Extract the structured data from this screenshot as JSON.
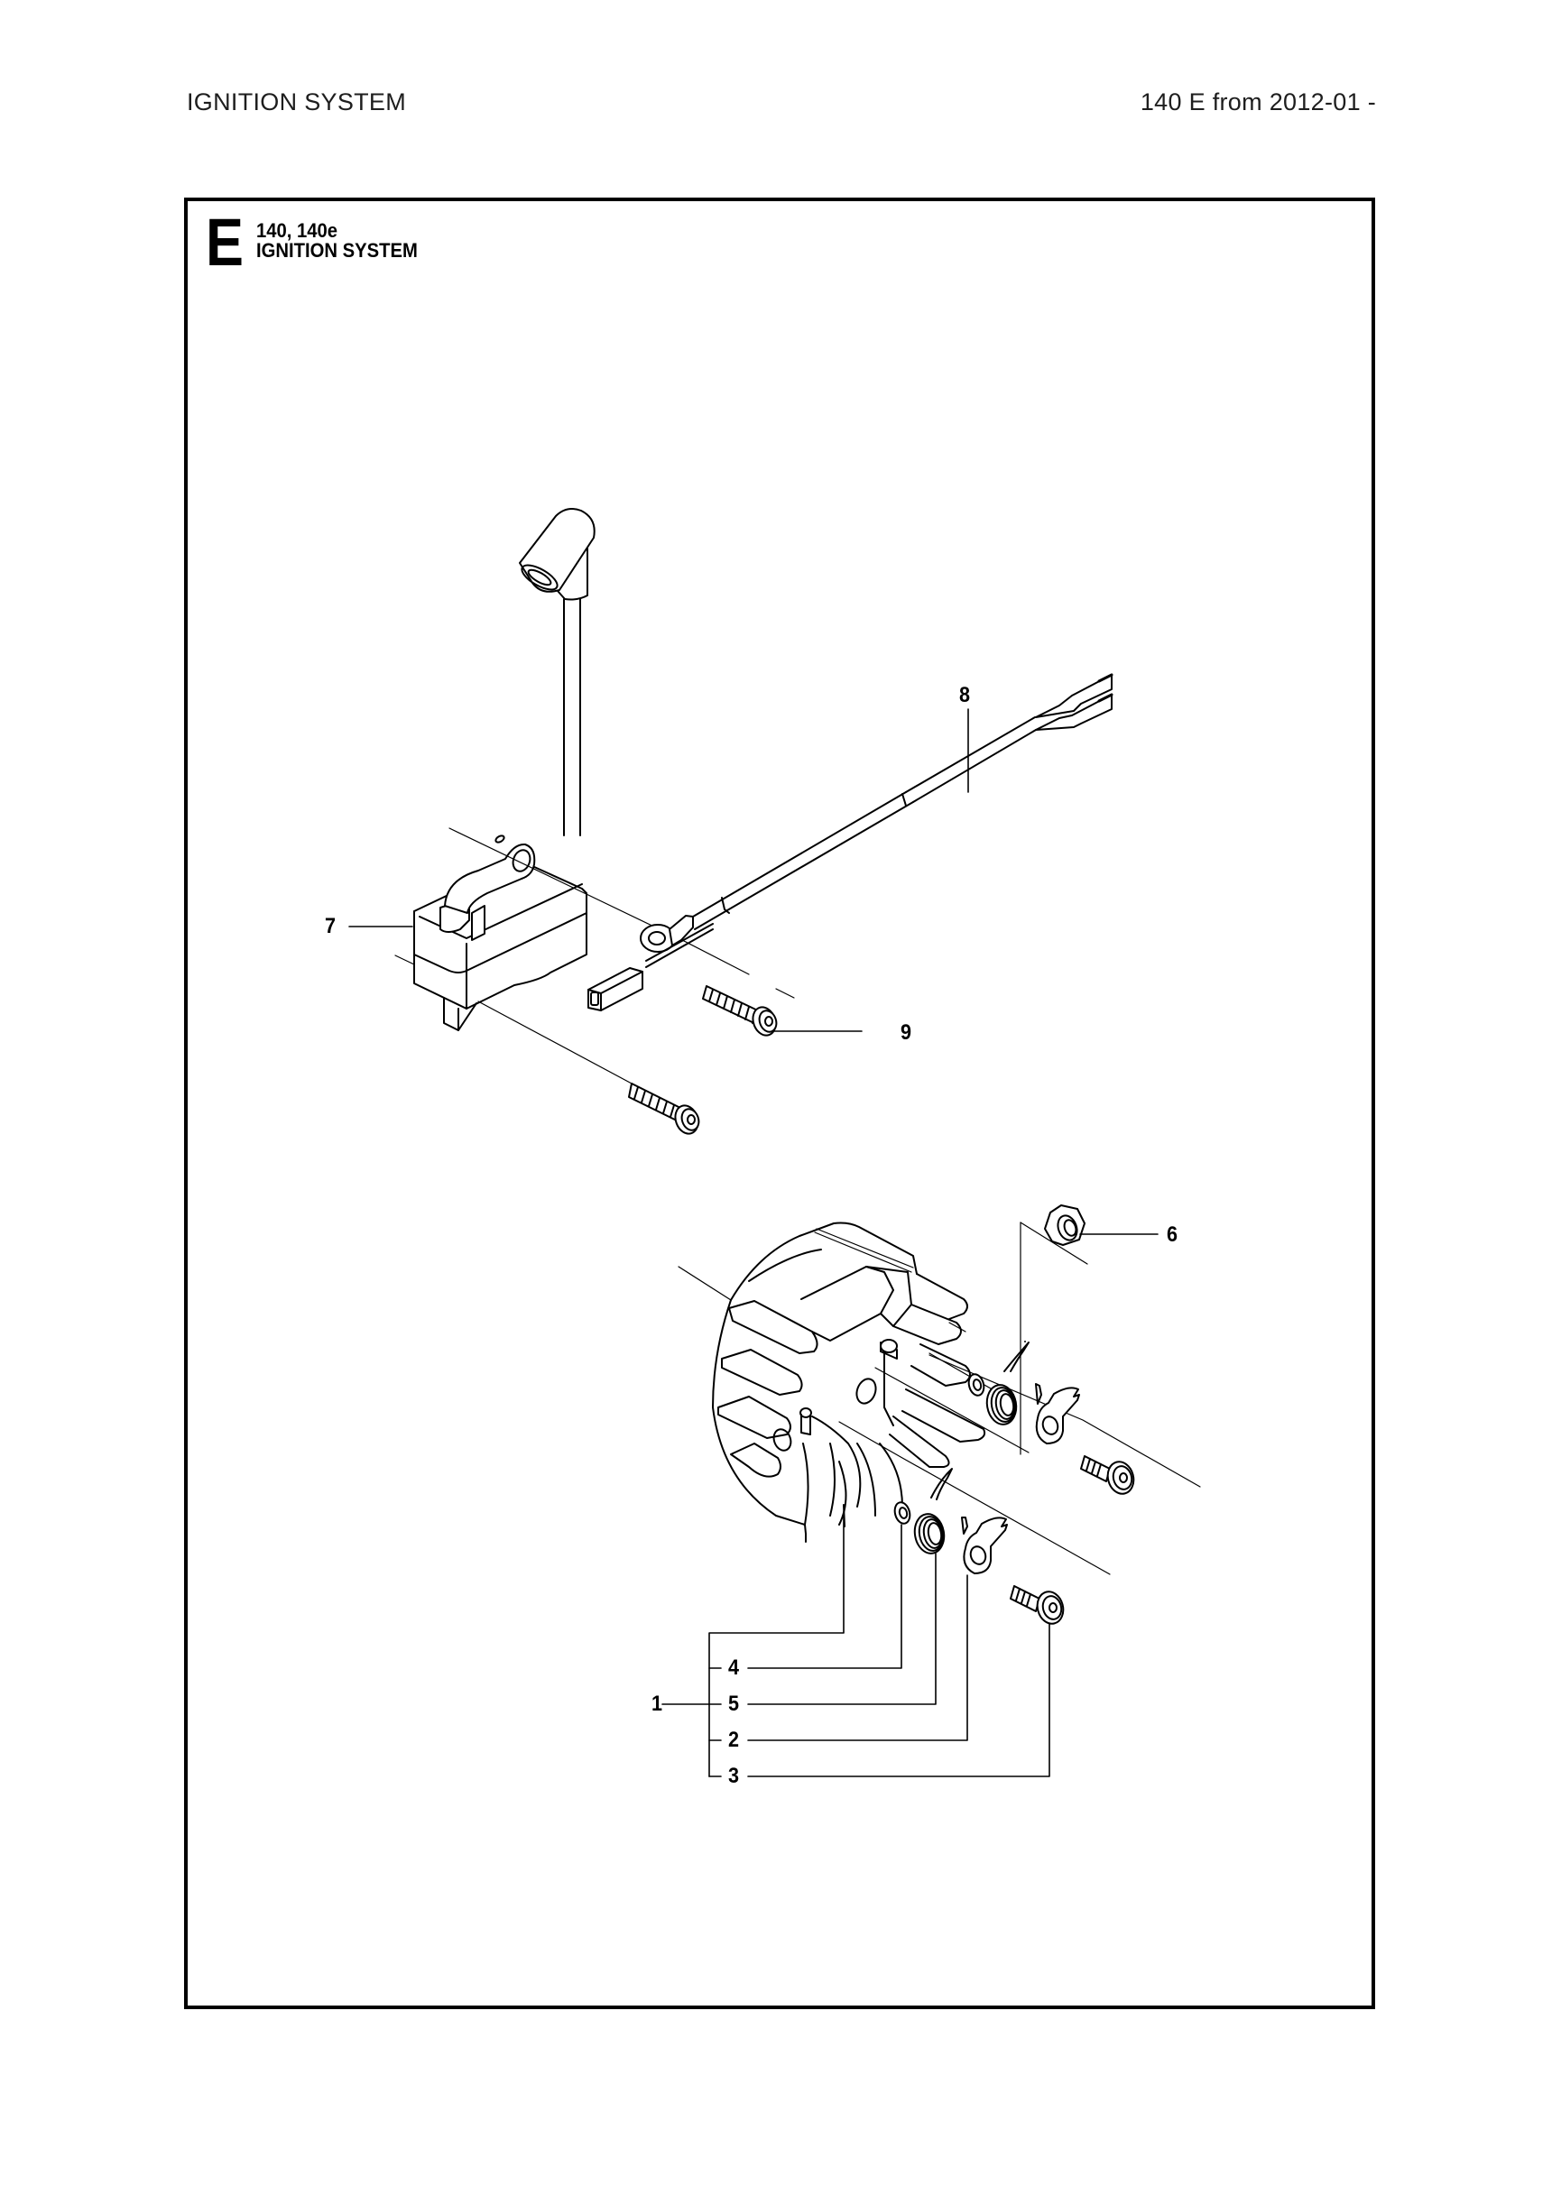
{
  "header": {
    "section_name": "IGNITION SYSTEM",
    "model_range": "140 E from 2012-01 -"
  },
  "section": {
    "letter": "E",
    "models": "140, 140e",
    "title": "IGNITION SYSTEM"
  },
  "callouts": {
    "c1": "1",
    "c2": "2",
    "c3": "3",
    "c4": "4",
    "c5": "5",
    "c6": "6",
    "c7": "7",
    "c8": "8",
    "c9": "9"
  },
  "parts": {
    "ignition_module": "ignition-module",
    "cable": "cable",
    "screw": "screw",
    "flywheel": "flywheel",
    "pawl": "pawl",
    "pawl_screw": "pawl-screw",
    "washer": "washer",
    "spring": "spring",
    "nut": "nut"
  },
  "colors": {
    "ink": "#000000",
    "paper": "#ffffff"
  }
}
